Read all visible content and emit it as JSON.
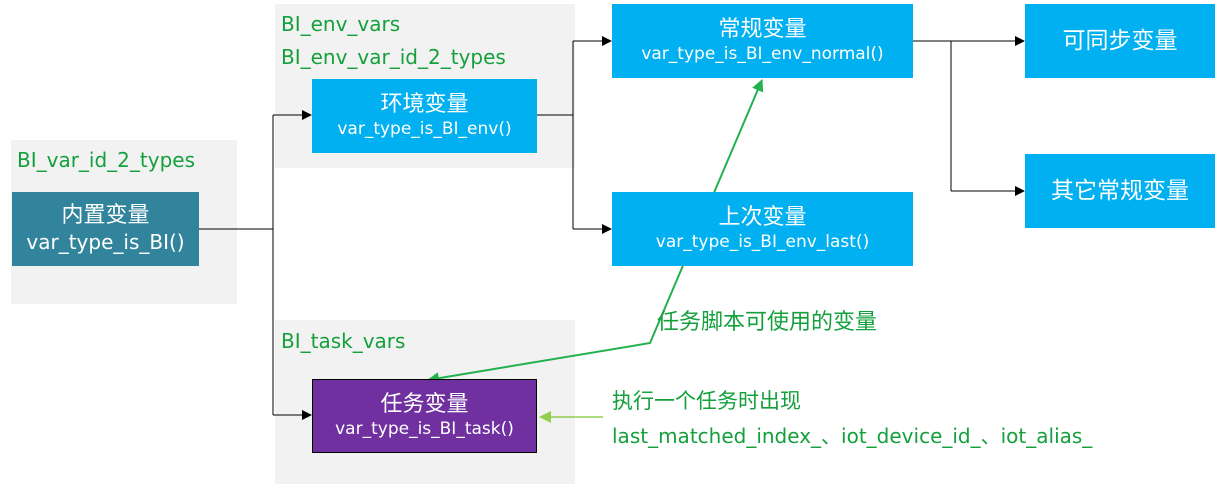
{
  "groups": {
    "bi": {
      "label": "BI_var_id_2_types"
    },
    "env": {
      "label_line1": "BI_env_vars",
      "label_line2": "BI_env_var_id_2_types"
    },
    "task": {
      "label": "BI_task_vars"
    }
  },
  "nodes": {
    "builtin": {
      "title": "内置变量",
      "func": "var_type_is_BI()"
    },
    "env": {
      "title": "环境变量",
      "func": "var_type_is_BI_env()"
    },
    "normal": {
      "title": "常规变量",
      "func": "var_type_is_BI_env_normal()"
    },
    "last": {
      "title": "上次变量",
      "func": "var_type_is_BI_env_last()"
    },
    "task": {
      "title": "任务变量",
      "func": "var_type_is_BI_task()"
    },
    "syncable": {
      "title": "可同步变量"
    },
    "other_normal": {
      "title": "其它常规变量"
    }
  },
  "annotations": {
    "task_script_vars": "任务脚本可使用的变量",
    "on_task_exec": "执行一个任务时出现",
    "task_var_names": "last_matched_index_、iot_device_id_、iot_alias_"
  },
  "colors": {
    "builtin": "#31849b",
    "blue": "#00b0f0",
    "task": "#7030a0",
    "group_bg": "#f2f2f2",
    "label_green": "#14a03c",
    "arrow_green": "#22b14c",
    "arrow_lightgreen": "#92d050"
  }
}
